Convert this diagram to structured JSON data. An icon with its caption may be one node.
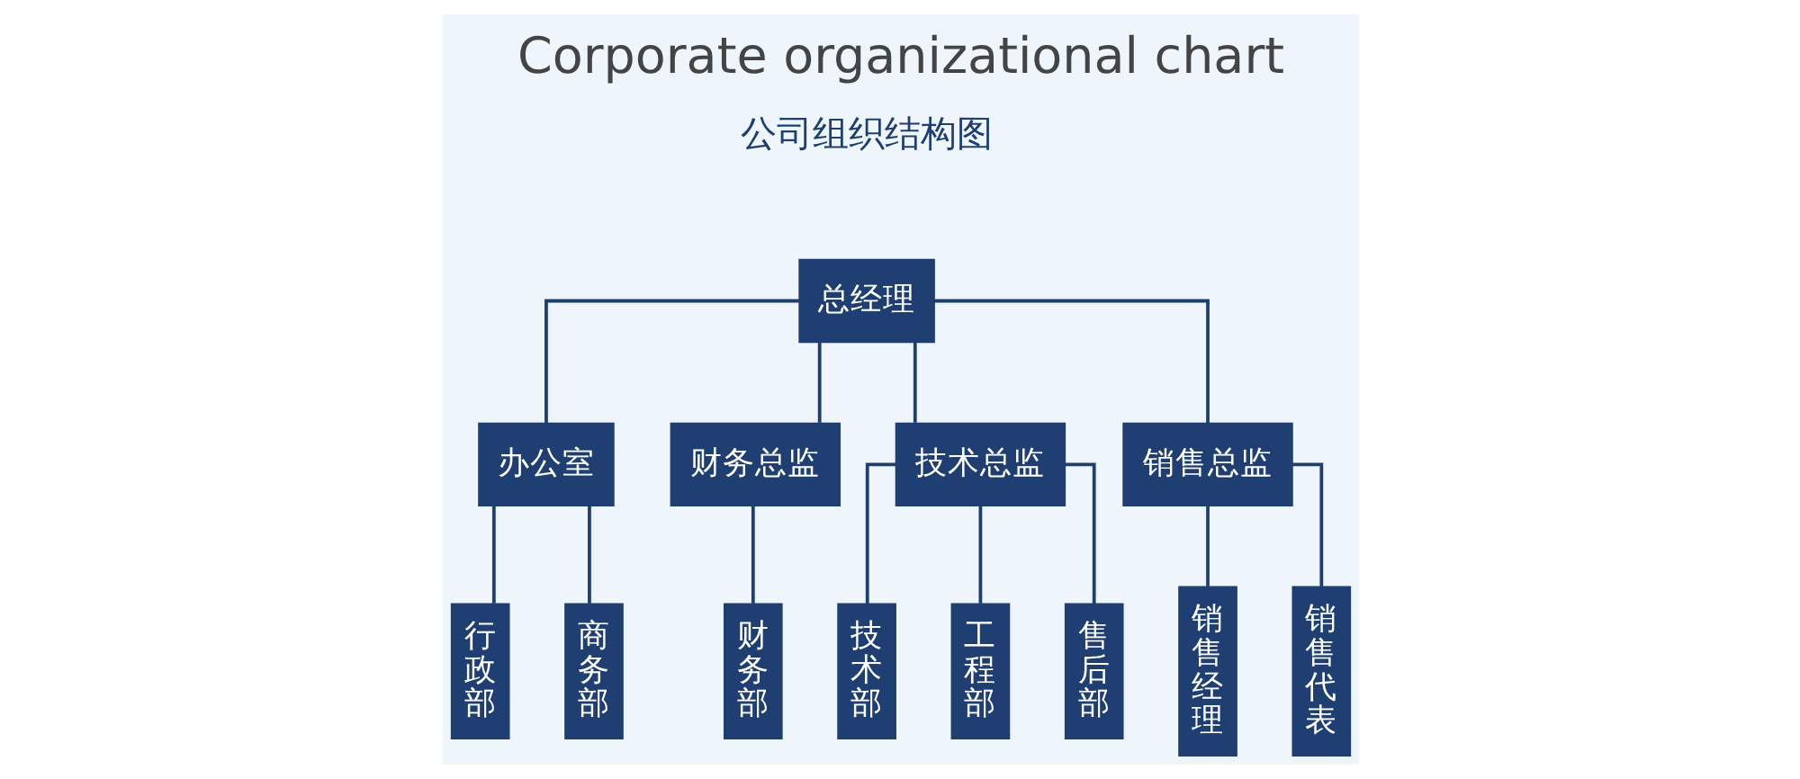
{
  "diagram": {
    "title": "Corporate organizational chart",
    "nodes": [
      {
        "text": [
          "总经理"
        ]
      },
      {
        "text": [
          "办公室"
        ]
      },
      {
        "text": [
          "财务总监"
        ]
      },
      {
        "text": [
          "技术总监"
        ]
      },
      {
        "text": [
          "销售总监"
        ]
      },
      {
        "text": [
          "行政部"
        ]
      },
      {
        "text": [
          "商务部"
        ]
      },
      {
        "text": [
          "财务部"
        ]
      },
      {
        "text": [
          "技术部"
        ]
      },
      {
        "text": [
          "工程部"
        ]
      },
      {
        "text": [
          "售后部"
        ]
      },
      {
        "text": [
          "销售经理"
        ]
      },
      {
        "text": [
          "销售代表"
        ]
      }
    ],
    "edges": [
      {
        "from": 0,
        "to": 1,
        "arrow": "none"
      },
      {
        "from": 0,
        "to": 2,
        "arrow": "none"
      },
      {
        "from": 0,
        "to": 3,
        "arrow": "none"
      },
      {
        "from": 0,
        "to": 4,
        "arrow": "none"
      },
      {
        "from": 1,
        "to": 5,
        "arrow": "none"
      },
      {
        "from": 1,
        "to": 6,
        "arrow": "none"
      },
      {
        "from": 2,
        "to": 7,
        "arrow": "none"
      },
      {
        "from": 3,
        "to": 8,
        "arrow": "none"
      },
      {
        "from": 3,
        "to": 9,
        "arrow": "none"
      },
      {
        "from": 3,
        "to": 10,
        "arrow": "none"
      },
      {
        "from": 4,
        "to": 11,
        "arrow": "none"
      },
      {
        "from": 4,
        "to": 12,
        "arrow": "none"
      }
    ],
    "labels": [
      "公司组织结构图"
    ]
  }
}
